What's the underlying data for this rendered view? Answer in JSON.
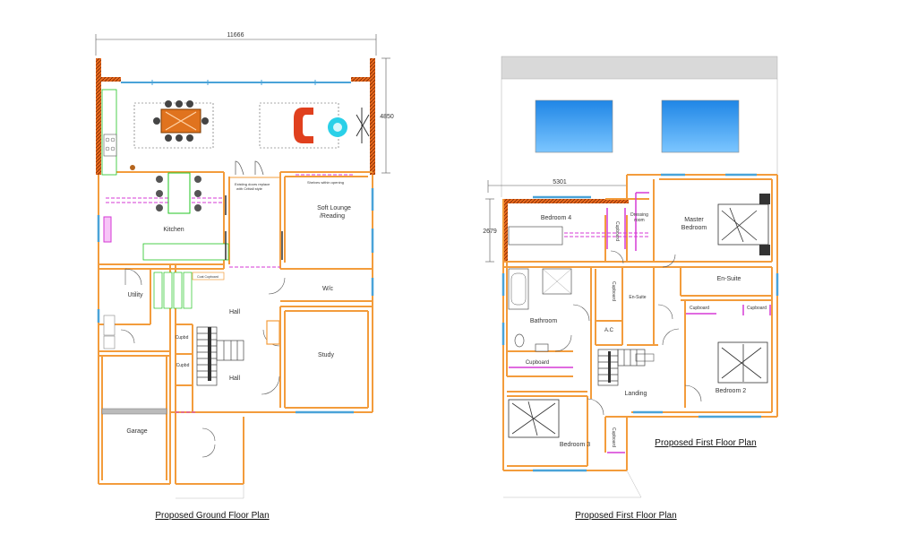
{
  "colors": {
    "wall": "#f39c3c",
    "brick": "#e8691e",
    "window": "#4aa3d8",
    "magenta": "#d63ad6",
    "green": "#22c422",
    "roof": "#d9d9d9",
    "skylight": "#3b9ff0",
    "table": "#e0731e",
    "red_chair": "#e0401e",
    "cyan": "#2ad0e8"
  },
  "ground_floor": {
    "caption": "Proposed  Ground Floor Plan",
    "dim_width": "11666",
    "dim_height": "4850",
    "rooms": {
      "kitchen": "Kitchen",
      "soft_lounge_1": "Soft Lounge",
      "soft_lounge_2": "/Reading",
      "utility": "Utility",
      "hall_upper": "Hall",
      "hall_lower": "Hall",
      "wc": "W/c",
      "study": "Study",
      "garage": "Garage",
      "cupbd_1": "Cupbd",
      "cupbd_2": "Cupbd",
      "coat_cupboard": "Coat Cupboard"
    },
    "notes": {
      "doors_1": "Existing doors replace",
      "doors_2": "with Crittall style",
      "shelves": "Shelves within opening"
    }
  },
  "first_floor": {
    "caption": "Proposed  First Floor Plan",
    "side_caption": "Proposed  First Floor Plan",
    "dim_width": "5301",
    "dim_height": "2679",
    "rooms": {
      "bedroom4": "Bedroom 4",
      "master_1": "Master",
      "master_2": "Bedroom",
      "dressing_1": "Dressing",
      "dressing_2": "room",
      "ensuite_main": "En-Suite",
      "ensuite_small": "En-Suite",
      "bathroom": "Bathroom",
      "ac": "A.C",
      "landing": "Landing",
      "bedroom2": "Bedroom 2",
      "bedroom3": "Bedroom 3",
      "cupboard_bath": "Cupboard",
      "cupboard_ensuite_1": "Cupboard",
      "cupboard_ensuite_2": "Cupboard",
      "cupboard_v1": "Cupboard",
      "cupboard_v2": "Cupboard",
      "cupboard_v3": "Cupboard"
    }
  }
}
